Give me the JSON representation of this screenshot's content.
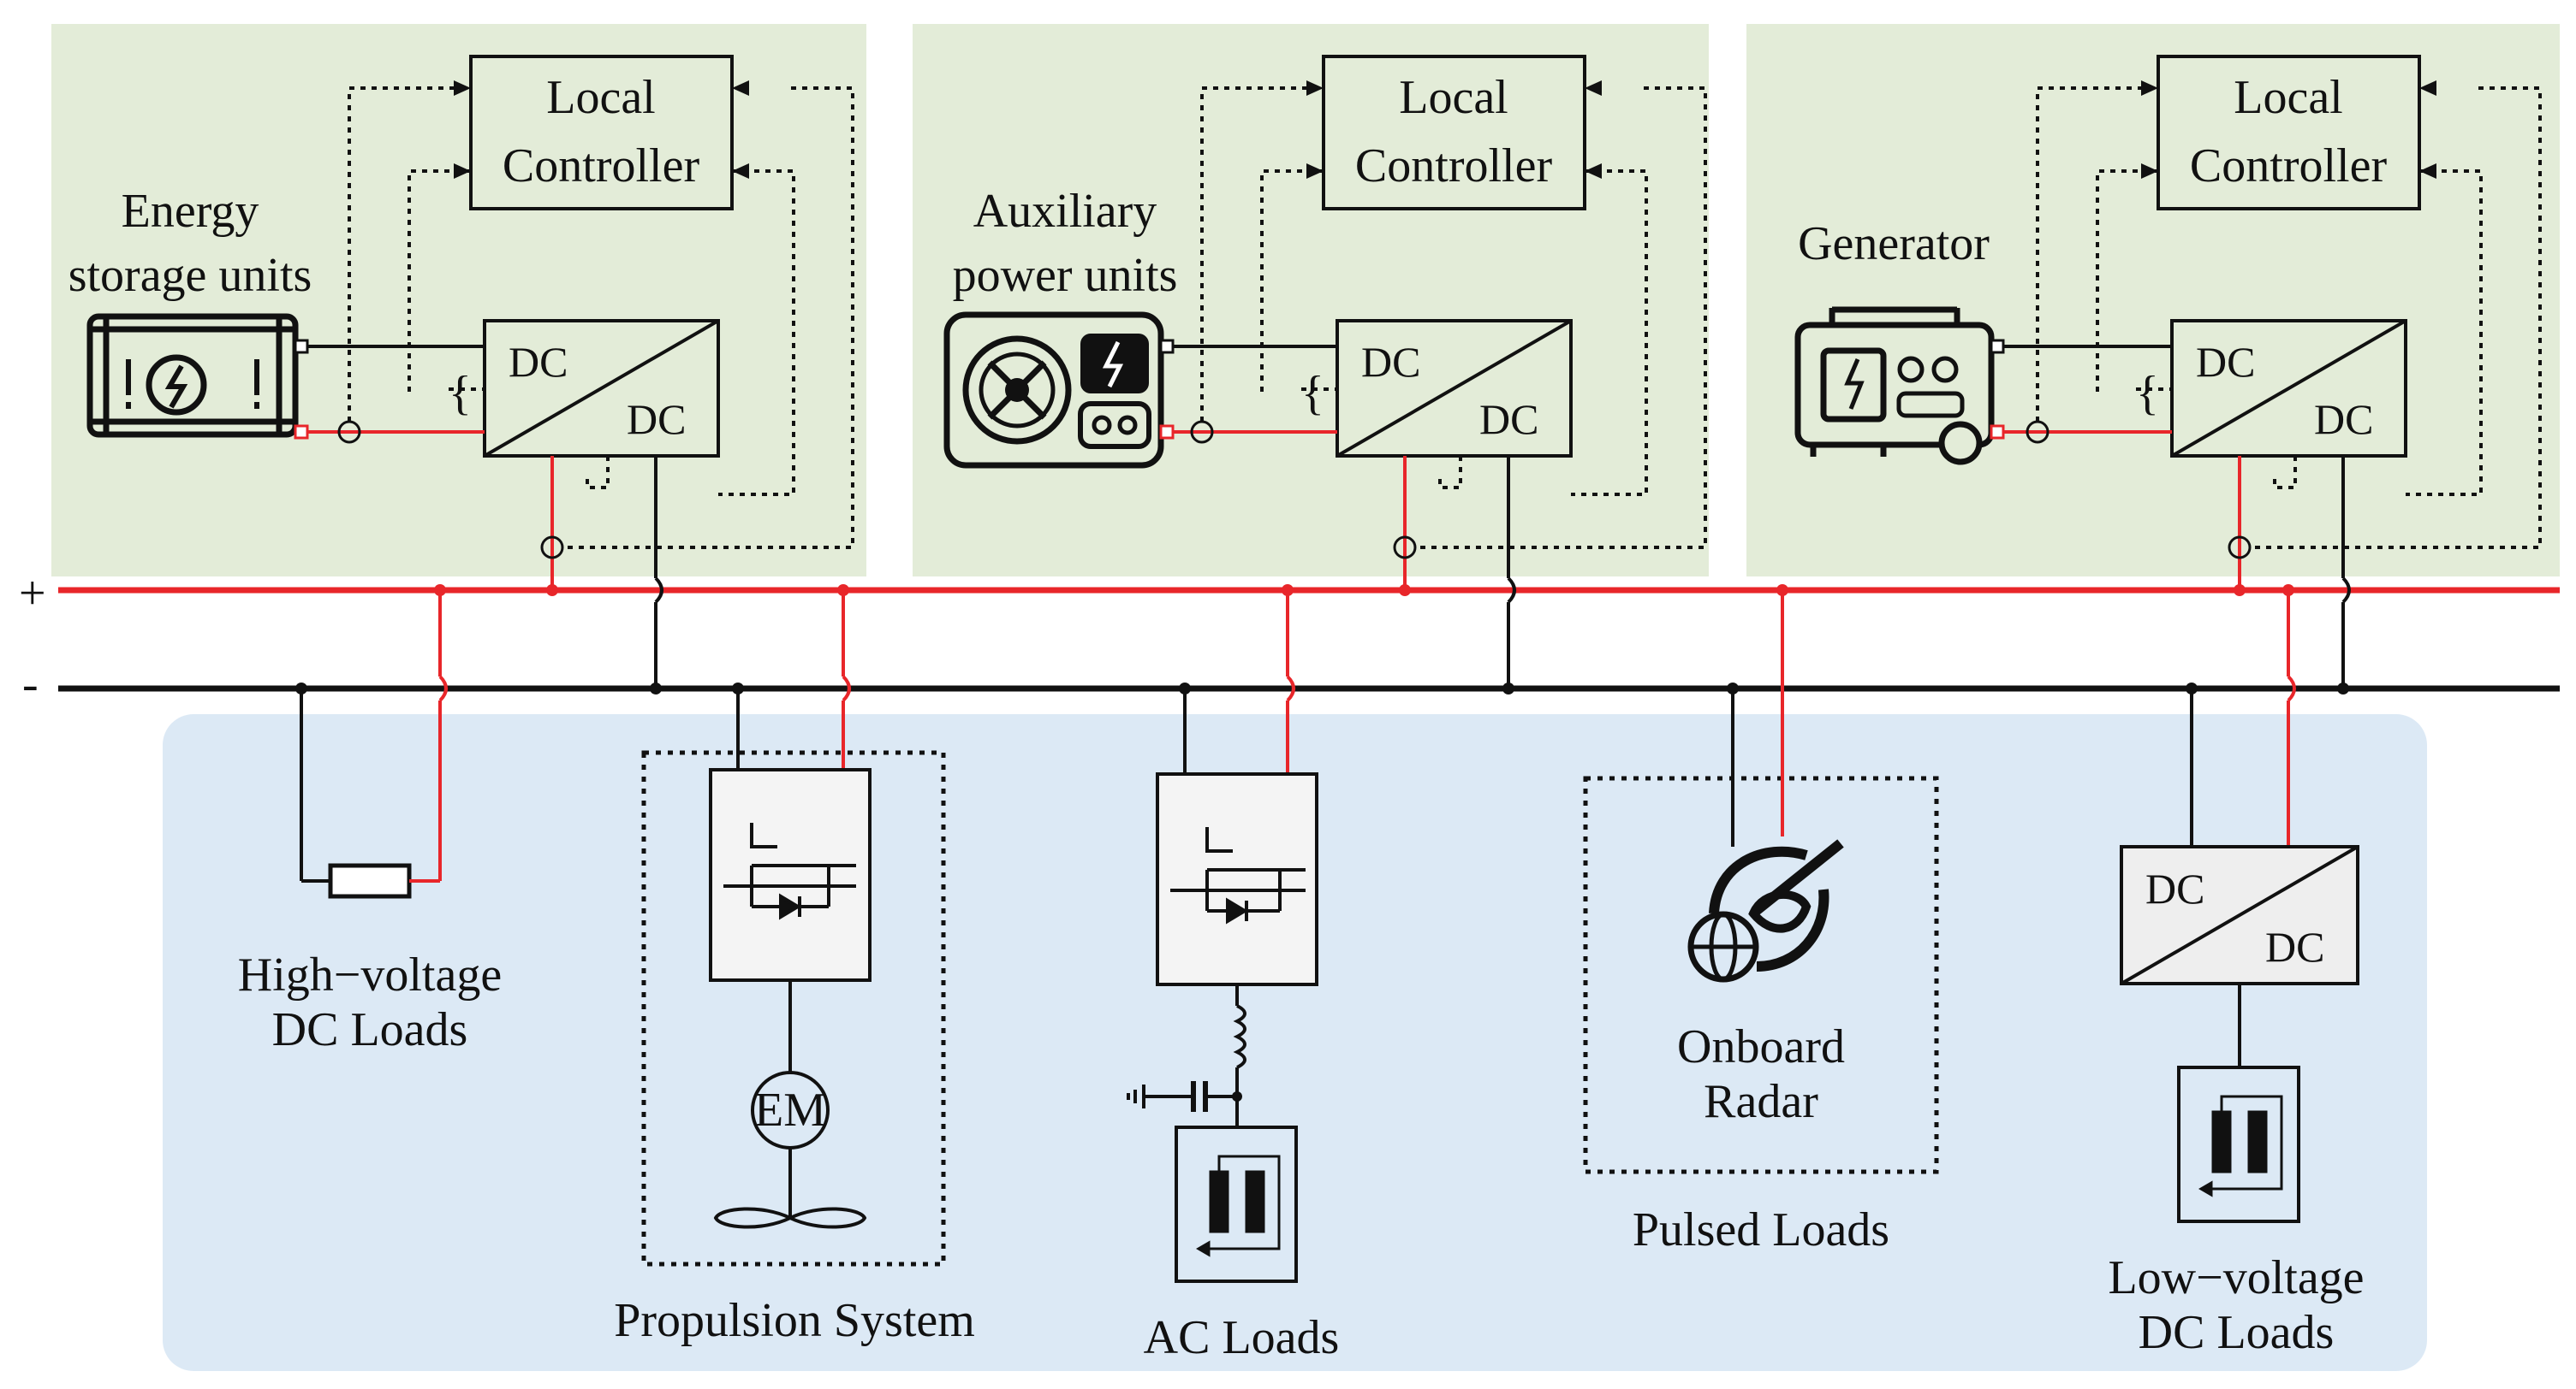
{
  "bus": {
    "positive": "+",
    "negative": "-"
  },
  "sources": [
    {
      "label_lines": [
        "Energy",
        "storage units"
      ],
      "icon": "battery-icon",
      "controller": [
        "Local",
        "Controller"
      ],
      "converter": [
        "DC",
        "DC"
      ]
    },
    {
      "label_lines": [
        "Auxiliary",
        "power units"
      ],
      "icon": "auxiliary-power-unit-icon",
      "controller": [
        "Local",
        "Controller"
      ],
      "converter": [
        "DC",
        "DC"
      ]
    },
    {
      "label_lines": [
        "Generator"
      ],
      "icon": "generator-icon",
      "controller": [
        "Local",
        "Controller"
      ],
      "converter": [
        "DC",
        "DC"
      ]
    }
  ],
  "loads": {
    "hv_dc": {
      "label_lines": [
        "High−voltage",
        "DC Loads"
      ]
    },
    "propulsion": {
      "label": "Propulsion System",
      "motor": "EM"
    },
    "ac": {
      "label": "AC Loads"
    },
    "pulsed": {
      "label": "Pulsed Loads",
      "inner_lines": [
        "Onboard",
        "Radar"
      ]
    },
    "lv_dc": {
      "label_lines": [
        "Low−voltage",
        "DC Loads"
      ],
      "converter": [
        "DC",
        "DC"
      ]
    }
  },
  "colors": {
    "source_panel": "#e3ecd8",
    "load_panel": "#dce9f5",
    "positive_bus": "#e8262a",
    "negative_bus": "#111111",
    "converter_fill": "#eeeeee"
  }
}
